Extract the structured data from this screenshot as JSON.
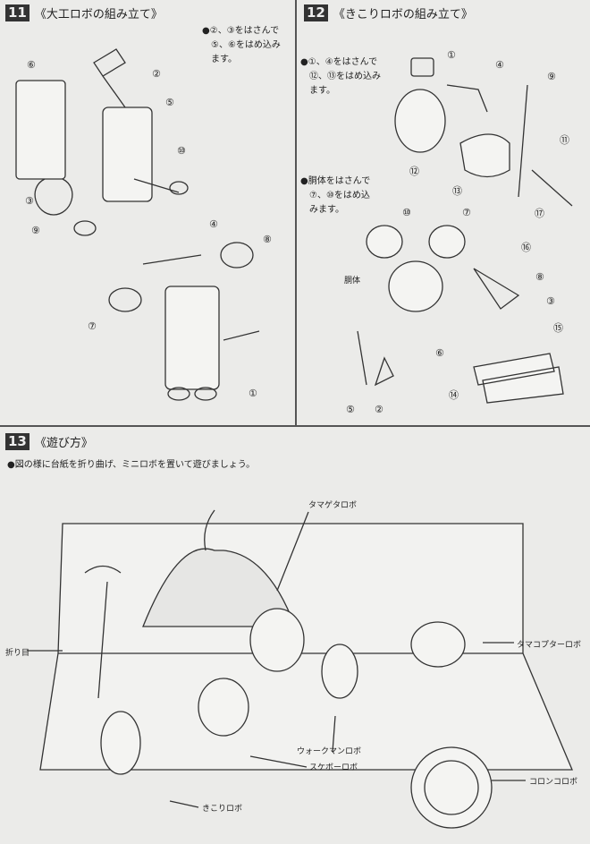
{
  "s11": {
    "num": "11",
    "title": "《大工ロボの組み立て》",
    "note": "●②、③をはさんで\n　⑤、⑥をはめ込み\n　ます。",
    "callouts": [
      "⑥",
      "②",
      "⑤",
      "⑩",
      "③",
      "⑨",
      "④",
      "⑧",
      "⑦",
      "①"
    ]
  },
  "s12": {
    "num": "12",
    "title": "《きこりロボの組み立て》",
    "note1": "●①、④をはさんで\n　⑫、⑬をはめ込み\n　ます。",
    "note2": "●胴体をはさんで\n　⑦、⑩をはめ込\n　みます。",
    "body_label": "胴体",
    "callouts": [
      "①",
      "④",
      "⑨",
      "⑫",
      "⑪",
      "⑬",
      "⑰",
      "⑩",
      "⑦",
      "⑯",
      "⑧",
      "③",
      "⑮",
      "⑥",
      "⑤",
      "②",
      "⑭"
    ]
  },
  "s13": {
    "num": "13",
    "title": "《遊び方》",
    "note": "●図の様に台紙を折り曲げ、ミニロボを置いて遊びましょう。",
    "labels": {
      "tamageta": "タマゲタロボ",
      "fold": "折り目",
      "tamacopter": "タマコプターロボ",
      "walkman": "ウォークマンロボ",
      "skateboard": "スケボーロボ",
      "koron": "コロンコロボ",
      "kikori": "きこりロボ"
    }
  }
}
